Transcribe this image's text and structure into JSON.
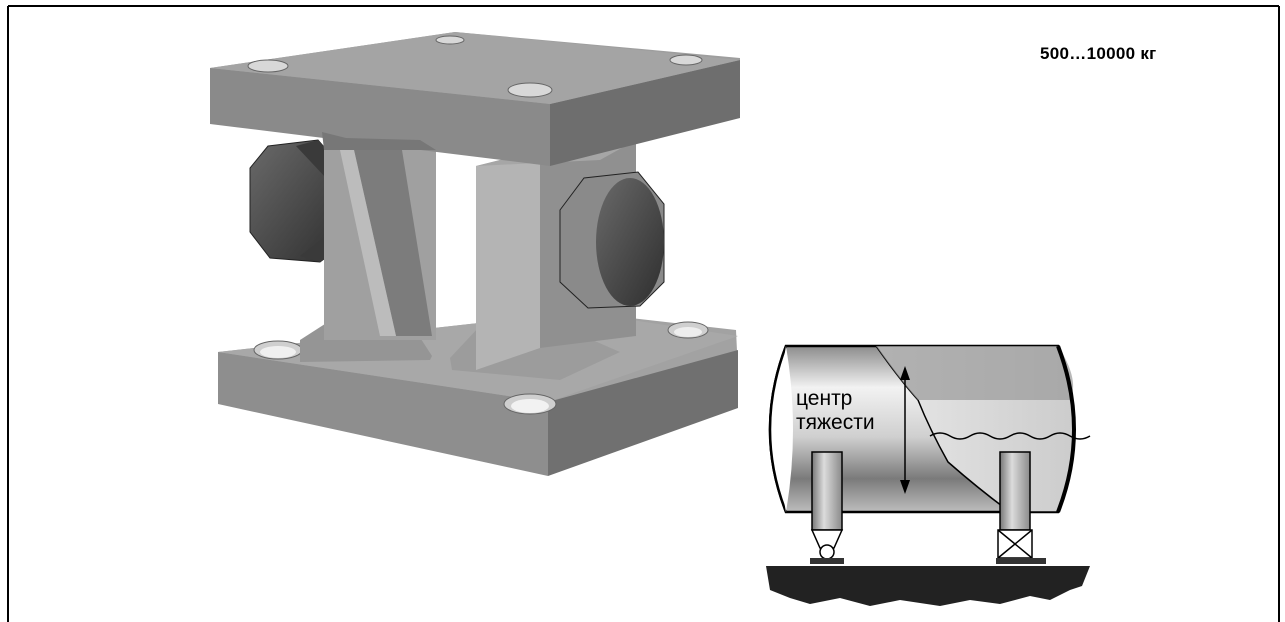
{
  "capacity_label": "500…10000 кг",
  "diagram": {
    "cg_label_line1": "центр",
    "cg_label_line2": "тяжести"
  },
  "colors": {
    "metal_top": "#9a9a9a",
    "metal_front": "#8a8a8a",
    "metal_side": "#6e6e6e",
    "bolt_dark": "#4a4a4a",
    "ground": "#222222",
    "frame": "#000000"
  }
}
